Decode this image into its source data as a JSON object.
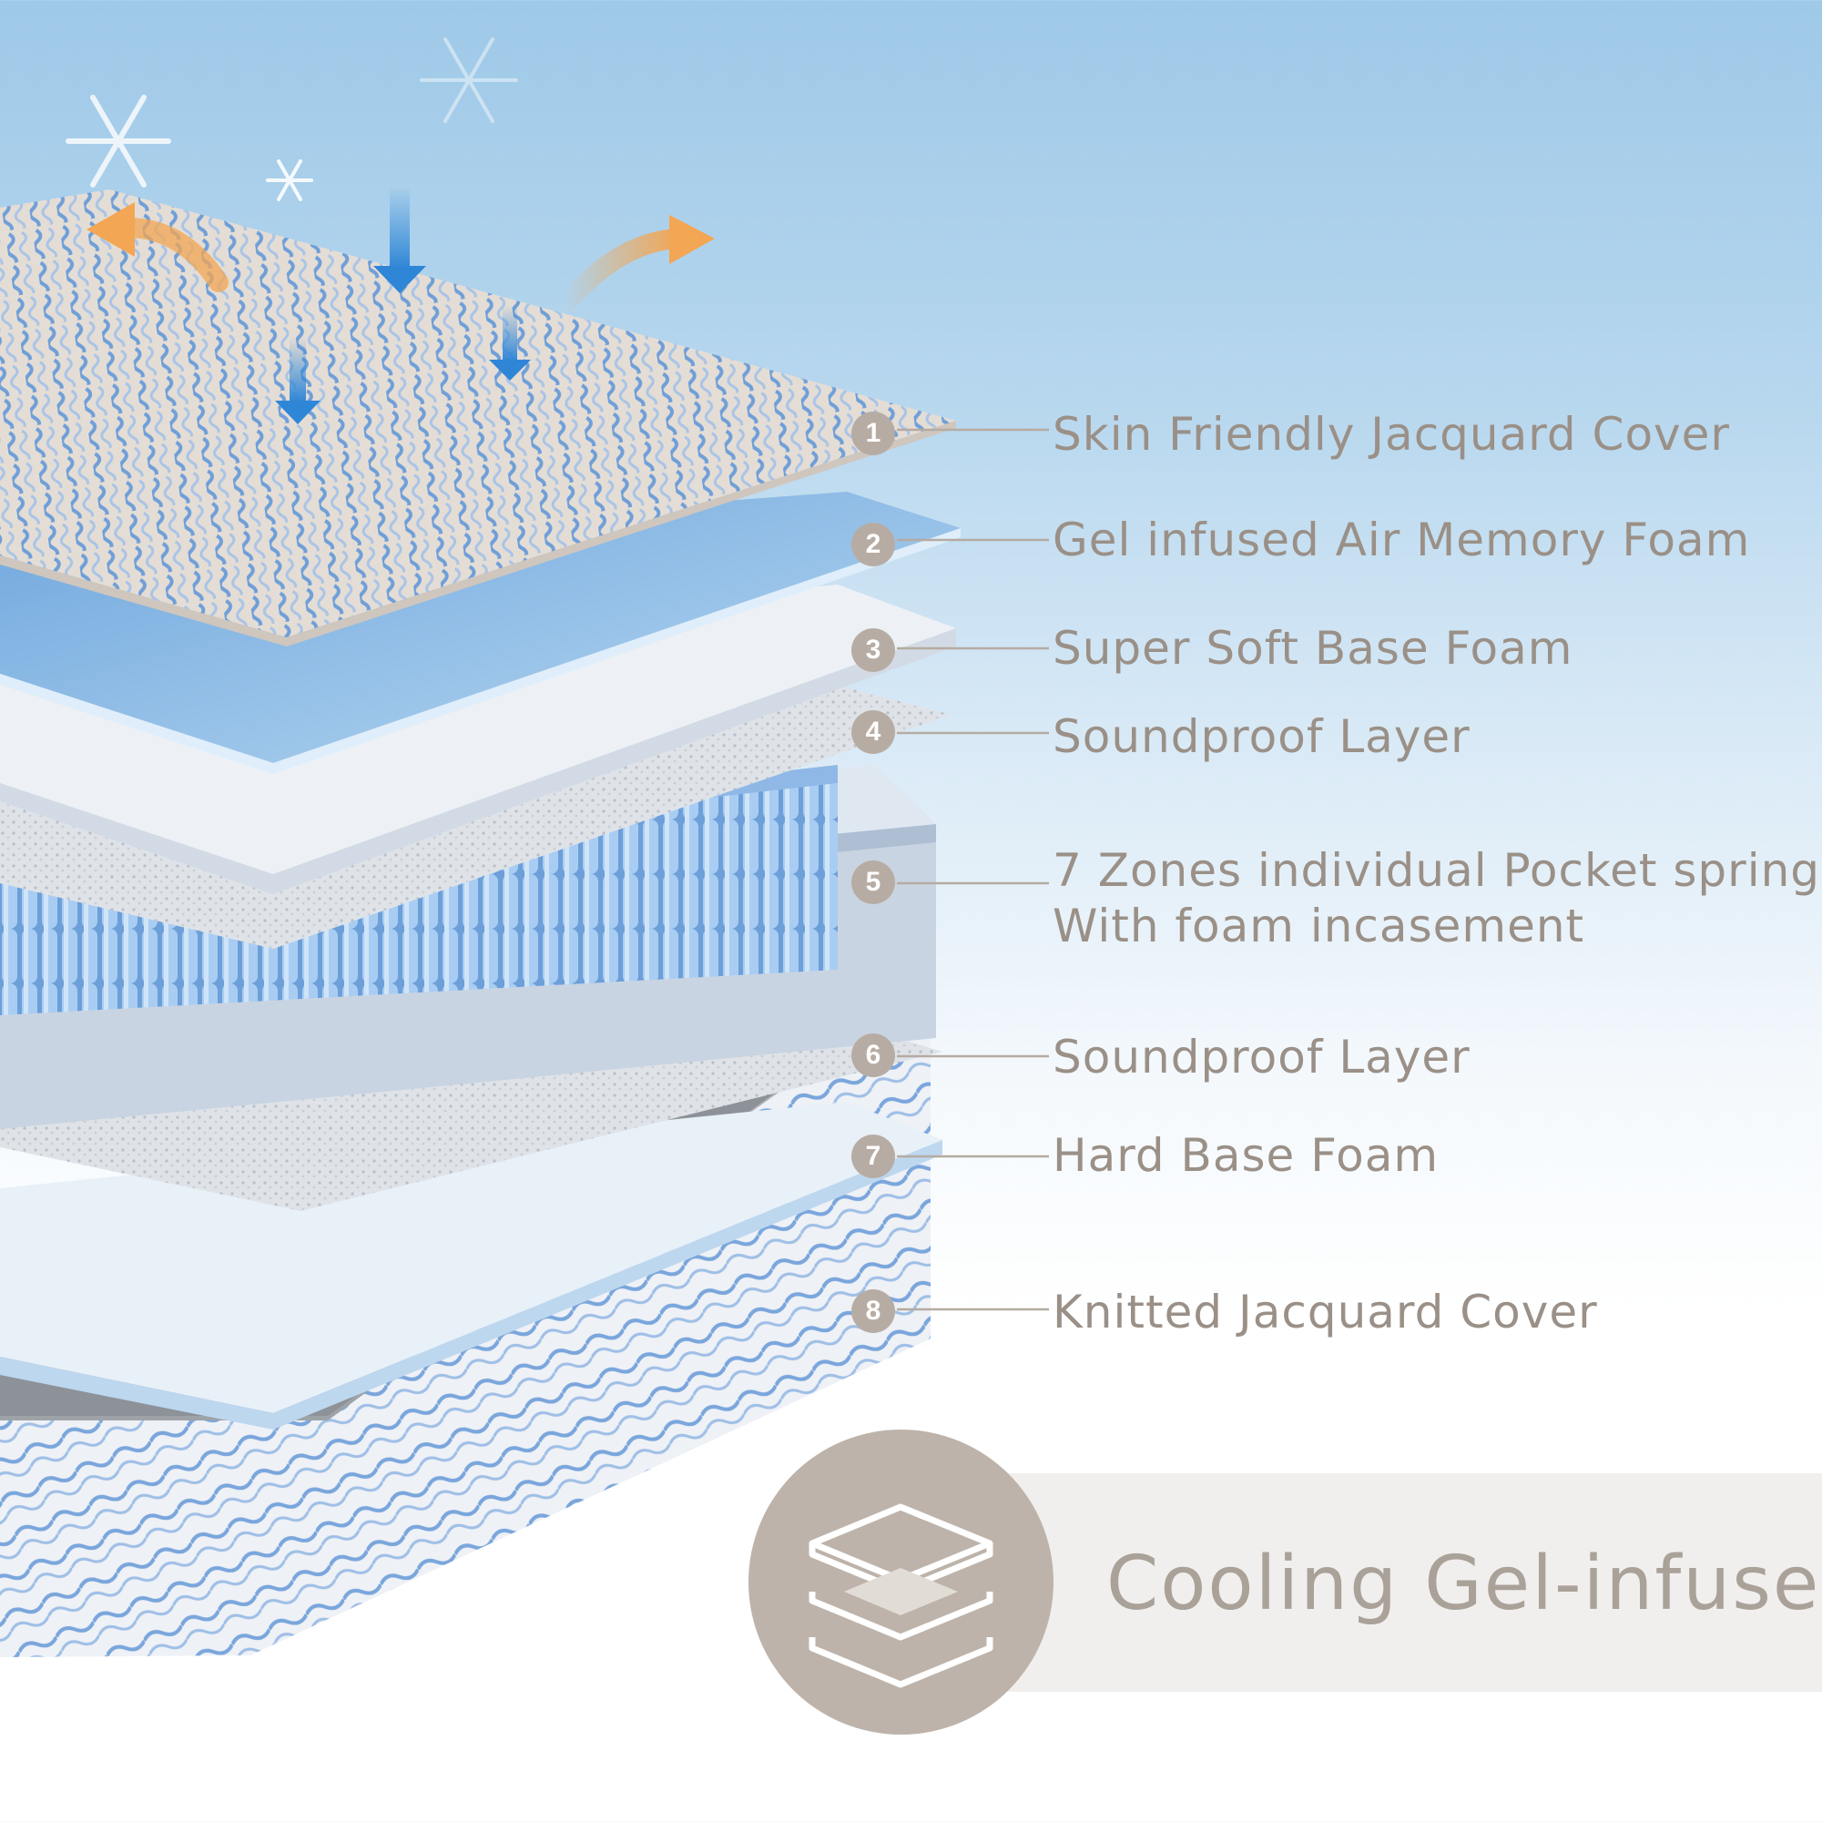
{
  "layers": [
    {
      "number": "1",
      "label": "Skin Friendly Jacquard Cover"
    },
    {
      "number": "2",
      "label": "Gel infused Air Memory Foam"
    },
    {
      "number": "3",
      "label": "Super Soft Base Foam"
    },
    {
      "number": "4",
      "label": "Soundproof Layer"
    },
    {
      "number": "5",
      "label": "7 Zones individual Pocket spring",
      "label_line2": "With foam incasement"
    },
    {
      "number": "6",
      "label": "Soundproof Layer"
    },
    {
      "number": "7",
      "label": "Hard Base Foam"
    },
    {
      "number": "8",
      "label": "Knitted Jacquard Cover"
    }
  ],
  "feature": {
    "headline": "Cooling Gel-infused",
    "icon": "layers-icon"
  },
  "colors": {
    "label_text": "#9a9087",
    "badge": "#b7aca3",
    "gel_blue": "#8fbde6",
    "spring_blue": "#7fb1e4",
    "cool_arrow": "#2f86d6",
    "warm_arrow": "#f3a653"
  },
  "icons": [
    "snowflake-icon",
    "cool-air-arrow-icon",
    "warm-air-arrow-icon",
    "layers-icon"
  ]
}
